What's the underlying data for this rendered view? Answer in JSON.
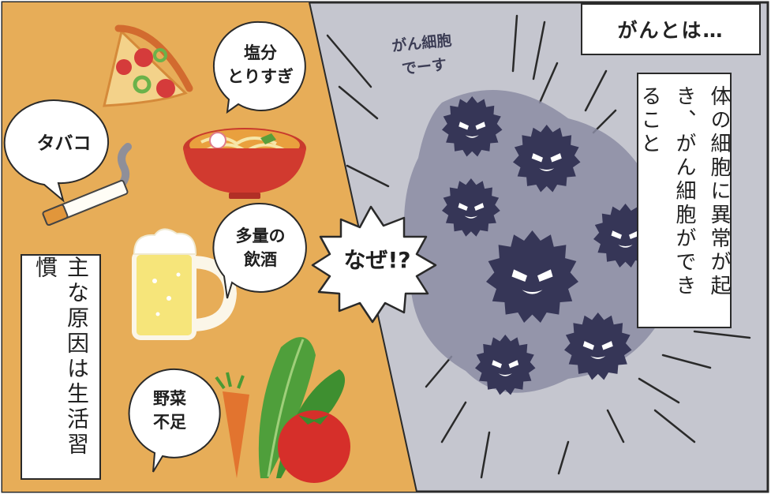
{
  "header": {
    "title": "がんとは…"
  },
  "definition": {
    "text": "体の細胞に異常が起き、がん細胞ができること"
  },
  "causes": {
    "summary": "主な原因は生活習慣",
    "items": [
      {
        "label": "塩分とりすぎ",
        "line1": "塩分",
        "line2": "とりすぎ",
        "icon": "ramen-icon"
      },
      {
        "label": "タバコ",
        "icon": "cigarette-icon"
      },
      {
        "label": "多量の飲酒",
        "line1": "多量の",
        "line2": "飲酒",
        "icon": "beer-mug-icon"
      },
      {
        "label": "野菜不足",
        "line1": "野菜",
        "line2": "不足",
        "icon": "vegetables-icon"
      }
    ]
  },
  "question": {
    "text": "なぜ!?"
  },
  "cancer_cells": {
    "caption_line1": "がん細胞",
    "caption_line2": "でーす",
    "count": 7
  },
  "colors": {
    "left_bg": "#e7ad58",
    "right_bg": "#c5c6cf",
    "shadow": "#8b8ca3",
    "cell": "#363657",
    "outline": "#2a2a2a"
  }
}
